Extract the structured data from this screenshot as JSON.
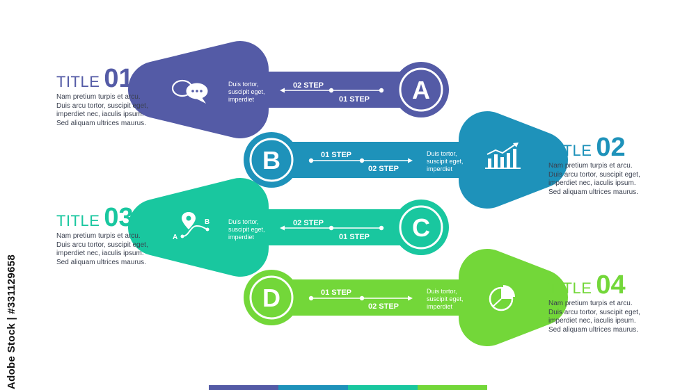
{
  "colors": {
    "a": "#545BA6",
    "b": "#1E92BA",
    "c": "#19C79F",
    "d": "#73D739"
  },
  "steps": {
    "a": {
      "letter": "A",
      "step1": "01 STEP",
      "step2": "02 STEP",
      "text": "Duis tortor,\nsuscipit eget,\nimperdiet",
      "icon": "speech-bubbles-icon"
    },
    "b": {
      "letter": "B",
      "step1": "01 STEP",
      "step2": "02 STEP",
      "text": "Duis tortor,\nsuscipit eget,\nimperdiet",
      "icon": "bar-chart-icon"
    },
    "c": {
      "letter": "C",
      "step1": "01 STEP",
      "step2": "02 STEP",
      "text": "Duis tortor,\nsuscipit eget,\nimperdiet",
      "icon": "route-icon",
      "route_a": "A",
      "route_b": "B"
    },
    "d": {
      "letter": "D",
      "step1": "01 STEP",
      "step2": "02 STEP",
      "text": "Duis tortor,\nsuscipit eget,\nimperdiet",
      "icon": "pie-chart-icon"
    }
  },
  "titles": [
    {
      "word": "TITLE",
      "num": "01",
      "desc": "Nam pretium turpis et arcu.\nDuis arcu tortor, suscipit eget,\nimperdiet nec, iaculis ipsum.\nSed aliquam ultrices maurus."
    },
    {
      "word": "TITLE",
      "num": "02",
      "desc": "Nam pretium turpis et arcu.\nDuis arcu tortor, suscipit eget,\nimperdiet nec, iaculis ipsum.\nSed aliquam ultrices maurus."
    },
    {
      "word": "TITLE",
      "num": "03",
      "desc": "Nam pretium turpis et arcu.\nDuis arcu tortor, suscipit eget,\nimperdiet nec, iaculis ipsum.\nSed aliquam ultrices maurus."
    },
    {
      "word": "TITLE",
      "num": "04",
      "desc": "Nam pretium turpis et arcu.\nDuis arcu tortor, suscipit eget,\nimperdiet nec, iaculis ipsum.\nSed aliquam ultrices maurus."
    }
  ],
  "watermark": "Adobe Stock | #331129658"
}
